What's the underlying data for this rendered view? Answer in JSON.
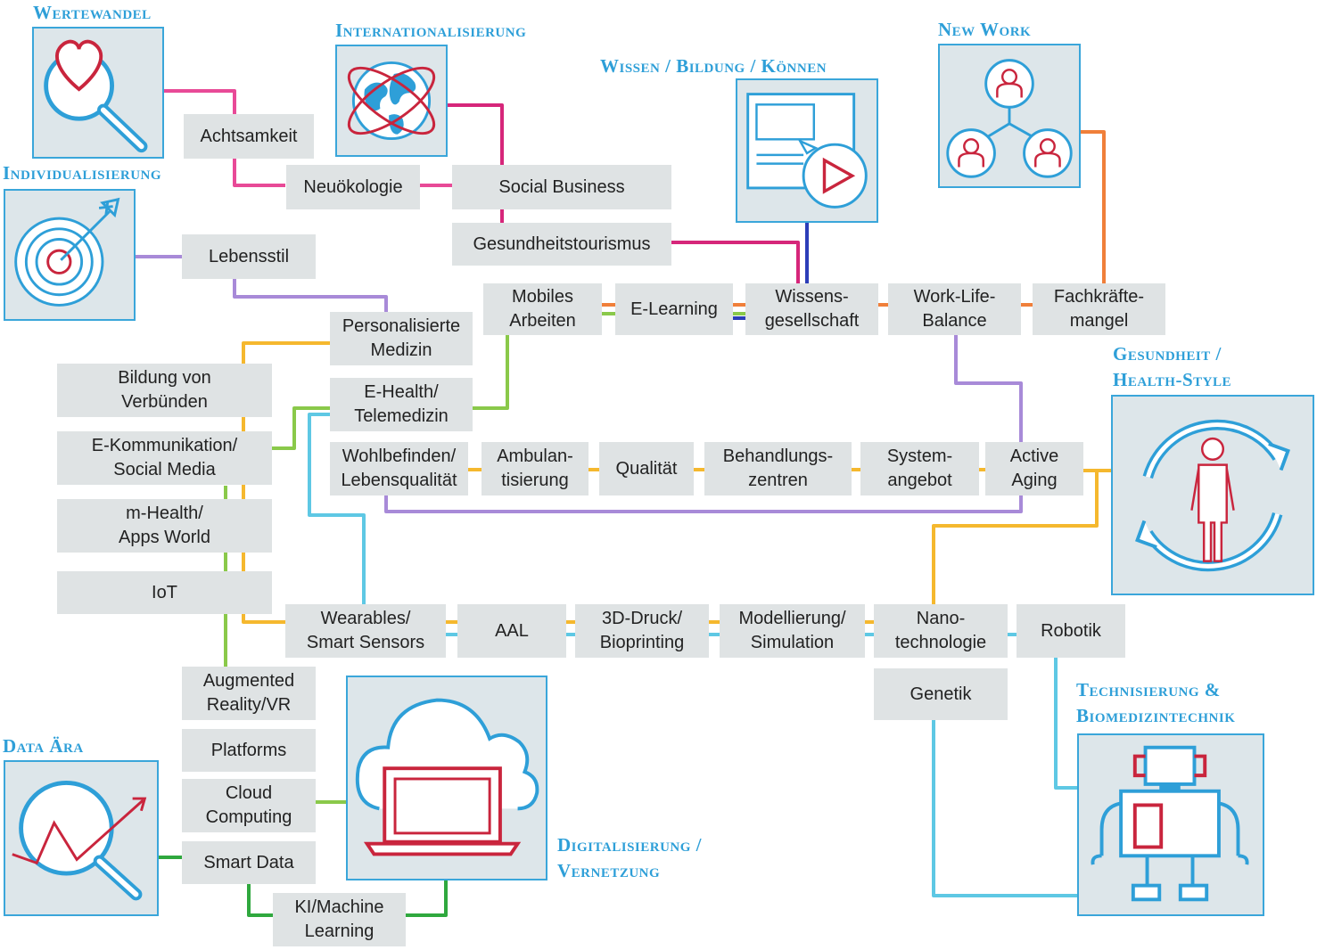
{
  "colors": {
    "pink": "#e84a97",
    "magenta": "#d6267a",
    "purple": "#a88ad8",
    "orange": "#f07f3a",
    "yellow": "#f5b82e",
    "green": "#8ac94a",
    "dark_green": "#2fa83e",
    "cyan": "#5ec8e4",
    "blue": "#2c3eb8",
    "box": "#dfe3e4",
    "hub_border": "#3aa6da",
    "title": "#2e9fd8",
    "icon_red": "#c9253d"
  },
  "hubs": {
    "wertewandel": {
      "title": "Wertewandel",
      "icon": "heart-magnifier-icon"
    },
    "internationalisierung": {
      "title": "Internationalisierung",
      "icon": "globe-orbit-icon"
    },
    "wissen": {
      "title": "Wissen / Bildung / Können",
      "icon": "video-screen-icon"
    },
    "new_work": {
      "title": "New Work",
      "icon": "people-network-icon"
    },
    "individualisierung": {
      "title": "Individualisierung",
      "icon": "target-arrow-icon"
    },
    "gesundheit": {
      "title": "Gesundheit /\nHealth-Style",
      "icon": "person-cycle-icon"
    },
    "technisierung": {
      "title": "Technisierung &\nBiomedizintechnik",
      "icon": "robot-icon"
    },
    "data": {
      "title": "Data Ära",
      "icon": "magnifier-chart-icon"
    },
    "digitalisierung": {
      "title": "Digitalisierung /\nVernetzung",
      "icon": "cloud-laptop-icon"
    }
  },
  "nodes": {
    "achtsamkeit": "Achtsamkeit",
    "neuoekologie": "Neuökologie",
    "social_business": "Social Business",
    "gesundheitstourismus": "Gesundheitstourismus",
    "lebensstil": "Lebensstil",
    "personalisierte_medizin": "Personalisierte\nMedizin",
    "mobiles_arbeiten": "Mobiles\nArbeiten",
    "e_learning": "E-Learning",
    "wissensgesellschaft": "Wissens-\ngesellschaft",
    "work_life_balance": "Work-Life-\nBalance",
    "fachkraeftemangel": "Fachkräfte-\nmangel",
    "bildung_von_verbuenden": "Bildung von\nVerbünden",
    "e_health": "E-Health/\nTelemedizin",
    "e_kommunikation": "E-Kommunikation/\nSocial Media",
    "wohlbefinden": "Wohlbefinden/\nLebensqualität",
    "ambulantisierung": "Ambulan-\ntisierung",
    "qualitaet": "Qualität",
    "behandlungszentren": "Behandlungs-\nzentren",
    "systemangebot": "System-\nangebot",
    "active_aging": "Active\nAging",
    "m_health": "m-Health/\nApps World",
    "iot": "IoT",
    "wearables": "Wearables/\nSmart Sensors",
    "aal": "AAL",
    "druck_3d": "3D-Druck/\nBioprinting",
    "modellierung": "Modellierung/\nSimulation",
    "nanotechnologie": "Nano-\ntechnologie",
    "robotik": "Robotik",
    "genetik": "Genetik",
    "augmented_reality": "Augmented\nReality/VR",
    "platforms": "Platforms",
    "cloud_computing": "Cloud\nComputing",
    "smart_data": "Smart Data",
    "ki_ml": "KI/Machine\nLearning"
  }
}
